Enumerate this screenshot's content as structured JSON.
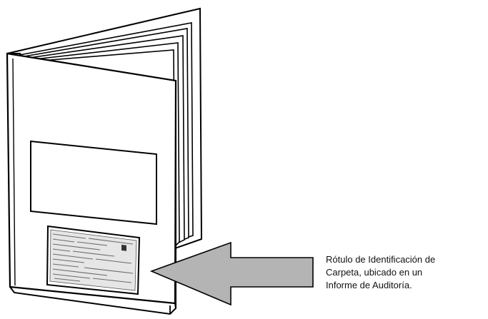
{
  "caption": {
    "lines": [
      "Rótulo de Identificación de",
      "Carpeta, ubicado en un",
      "Informe de Auditoría."
    ]
  },
  "colors": {
    "stroke": "#000000",
    "paper": "#ffffff",
    "arrow_fill": "#b4b4b4",
    "label_sheet": "#e6e6e6"
  },
  "icons": {
    "folder": "open-folder-illustration",
    "arrow": "pointer-arrow-left"
  }
}
